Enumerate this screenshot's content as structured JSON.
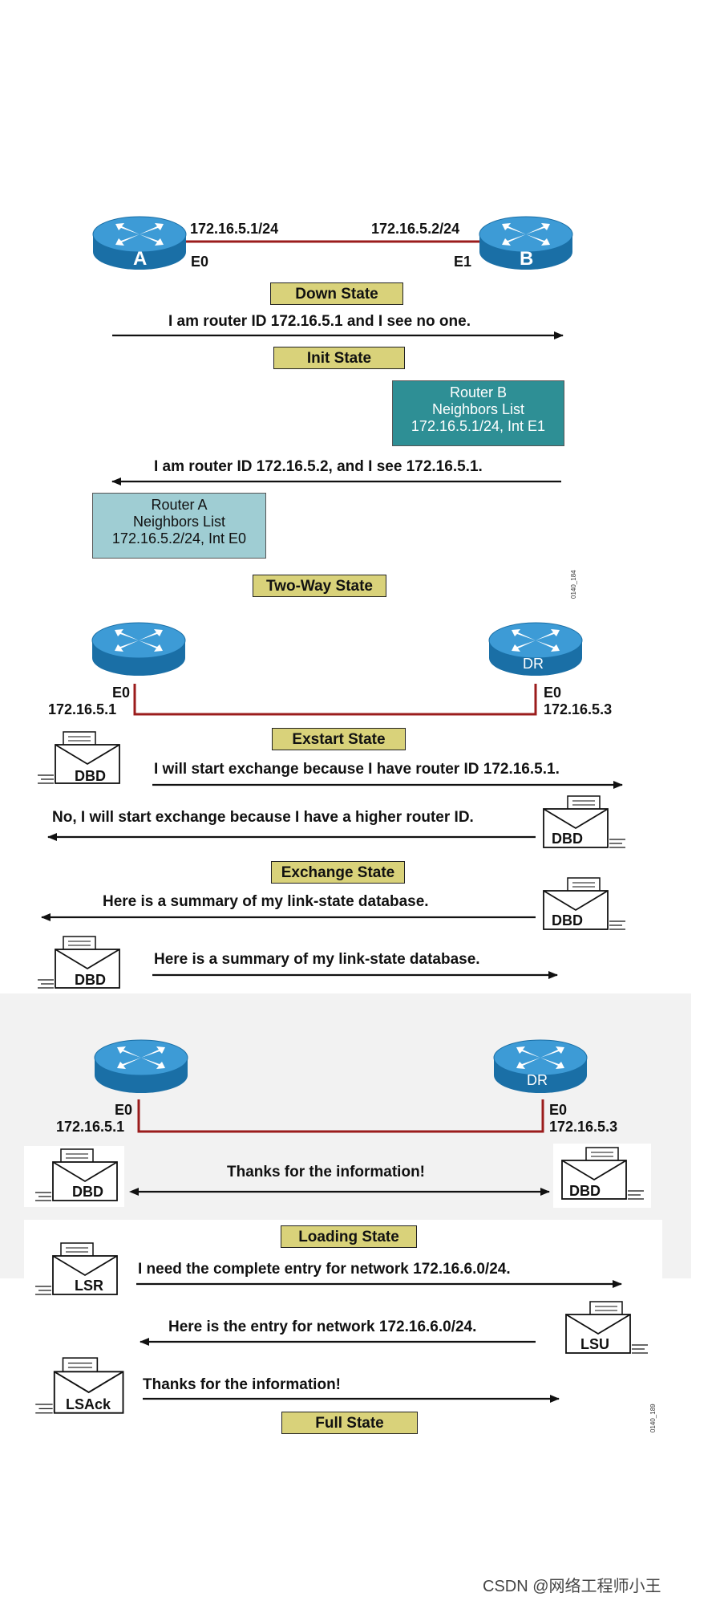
{
  "section1": {
    "router_a": {
      "label": "A",
      "ip": "172.16.5.1/24",
      "iface": "E0"
    },
    "router_b": {
      "label": "B",
      "ip": "172.16.5.2/24",
      "iface": "E1"
    },
    "down_state": "Down State",
    "msg_1": "I am router ID 172.16.5.1 and I see no one.",
    "init_state": "Init State",
    "router_b_neighbors": {
      "title": "Router B",
      "subtitle": "Neighbors List",
      "entry": "172.16.5.1/24, Int E1"
    },
    "msg_2": "I am router ID 172.16.5.2, and I see 172.16.5.1.",
    "router_a_neighbors": {
      "title": "Router A",
      "subtitle": "Neighbors List",
      "entry": "172.16.5.2/24, Int E0"
    },
    "two_way_state": "Two-Way State",
    "tiny_code": "0140_184"
  },
  "section2": {
    "left_router": {
      "iface": "E0",
      "ip": "172.16.5.1"
    },
    "right_router": {
      "label": "DR",
      "iface": "E0",
      "ip": "172.16.5.3"
    },
    "exstart_state": "Exstart State",
    "msg_1": "I will start exchange because I have router ID 172.16.5.1.",
    "msg_2": "No, I will start exchange because I have a higher router ID.",
    "exchange_state": "Exchange State",
    "msg_3": "Here is a summary of my link-state database.",
    "msg_4": "Here is a summary of my link-state database.",
    "packet": "DBD"
  },
  "section3": {
    "left_router": {
      "iface": "E0",
      "ip": "172.16.5.1"
    },
    "right_router": {
      "label": "DR",
      "iface": "E0",
      "ip": "172.16.5.3"
    },
    "thanks_msg": "Thanks for the information!",
    "dbd": "DBD",
    "loading_state": "Loading State",
    "lsr_msg": "I need the complete entry for network 172.16.6.0/24.",
    "lsr": "LSR",
    "lsu_msg": "Here is the entry for network 172.16.6.0/24.",
    "lsu": "LSU",
    "lsack_msg": "Thanks for the information!",
    "lsack": "LSAck",
    "full_state": "Full State",
    "tiny_code": "0140_189"
  },
  "watermark": "CSDN @网络工程师小王",
  "colors": {
    "router_blue": "#1f7fb8",
    "router_top": "#4aa8de",
    "link_red": "#9b1c1c",
    "state_fill": "#d9d27a",
    "neighbor_dark": "#2e8f95",
    "neighbor_light": "#9fcdd3"
  }
}
